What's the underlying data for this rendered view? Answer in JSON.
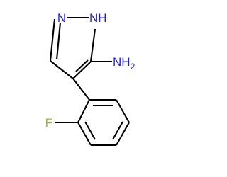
{
  "molecule": {
    "atoms": {
      "n2": {
        "symbol": "N",
        "color": "#1a1aff"
      },
      "n1h": {
        "symbol": "N",
        "h": "H",
        "color": "#1a1aff"
      },
      "nh2": {
        "symbol": "NH",
        "count": "2",
        "color": "#1a1aff"
      },
      "f": {
        "symbol": "F",
        "color": "#8fbf2a"
      }
    },
    "bond_color": "#000000"
  }
}
